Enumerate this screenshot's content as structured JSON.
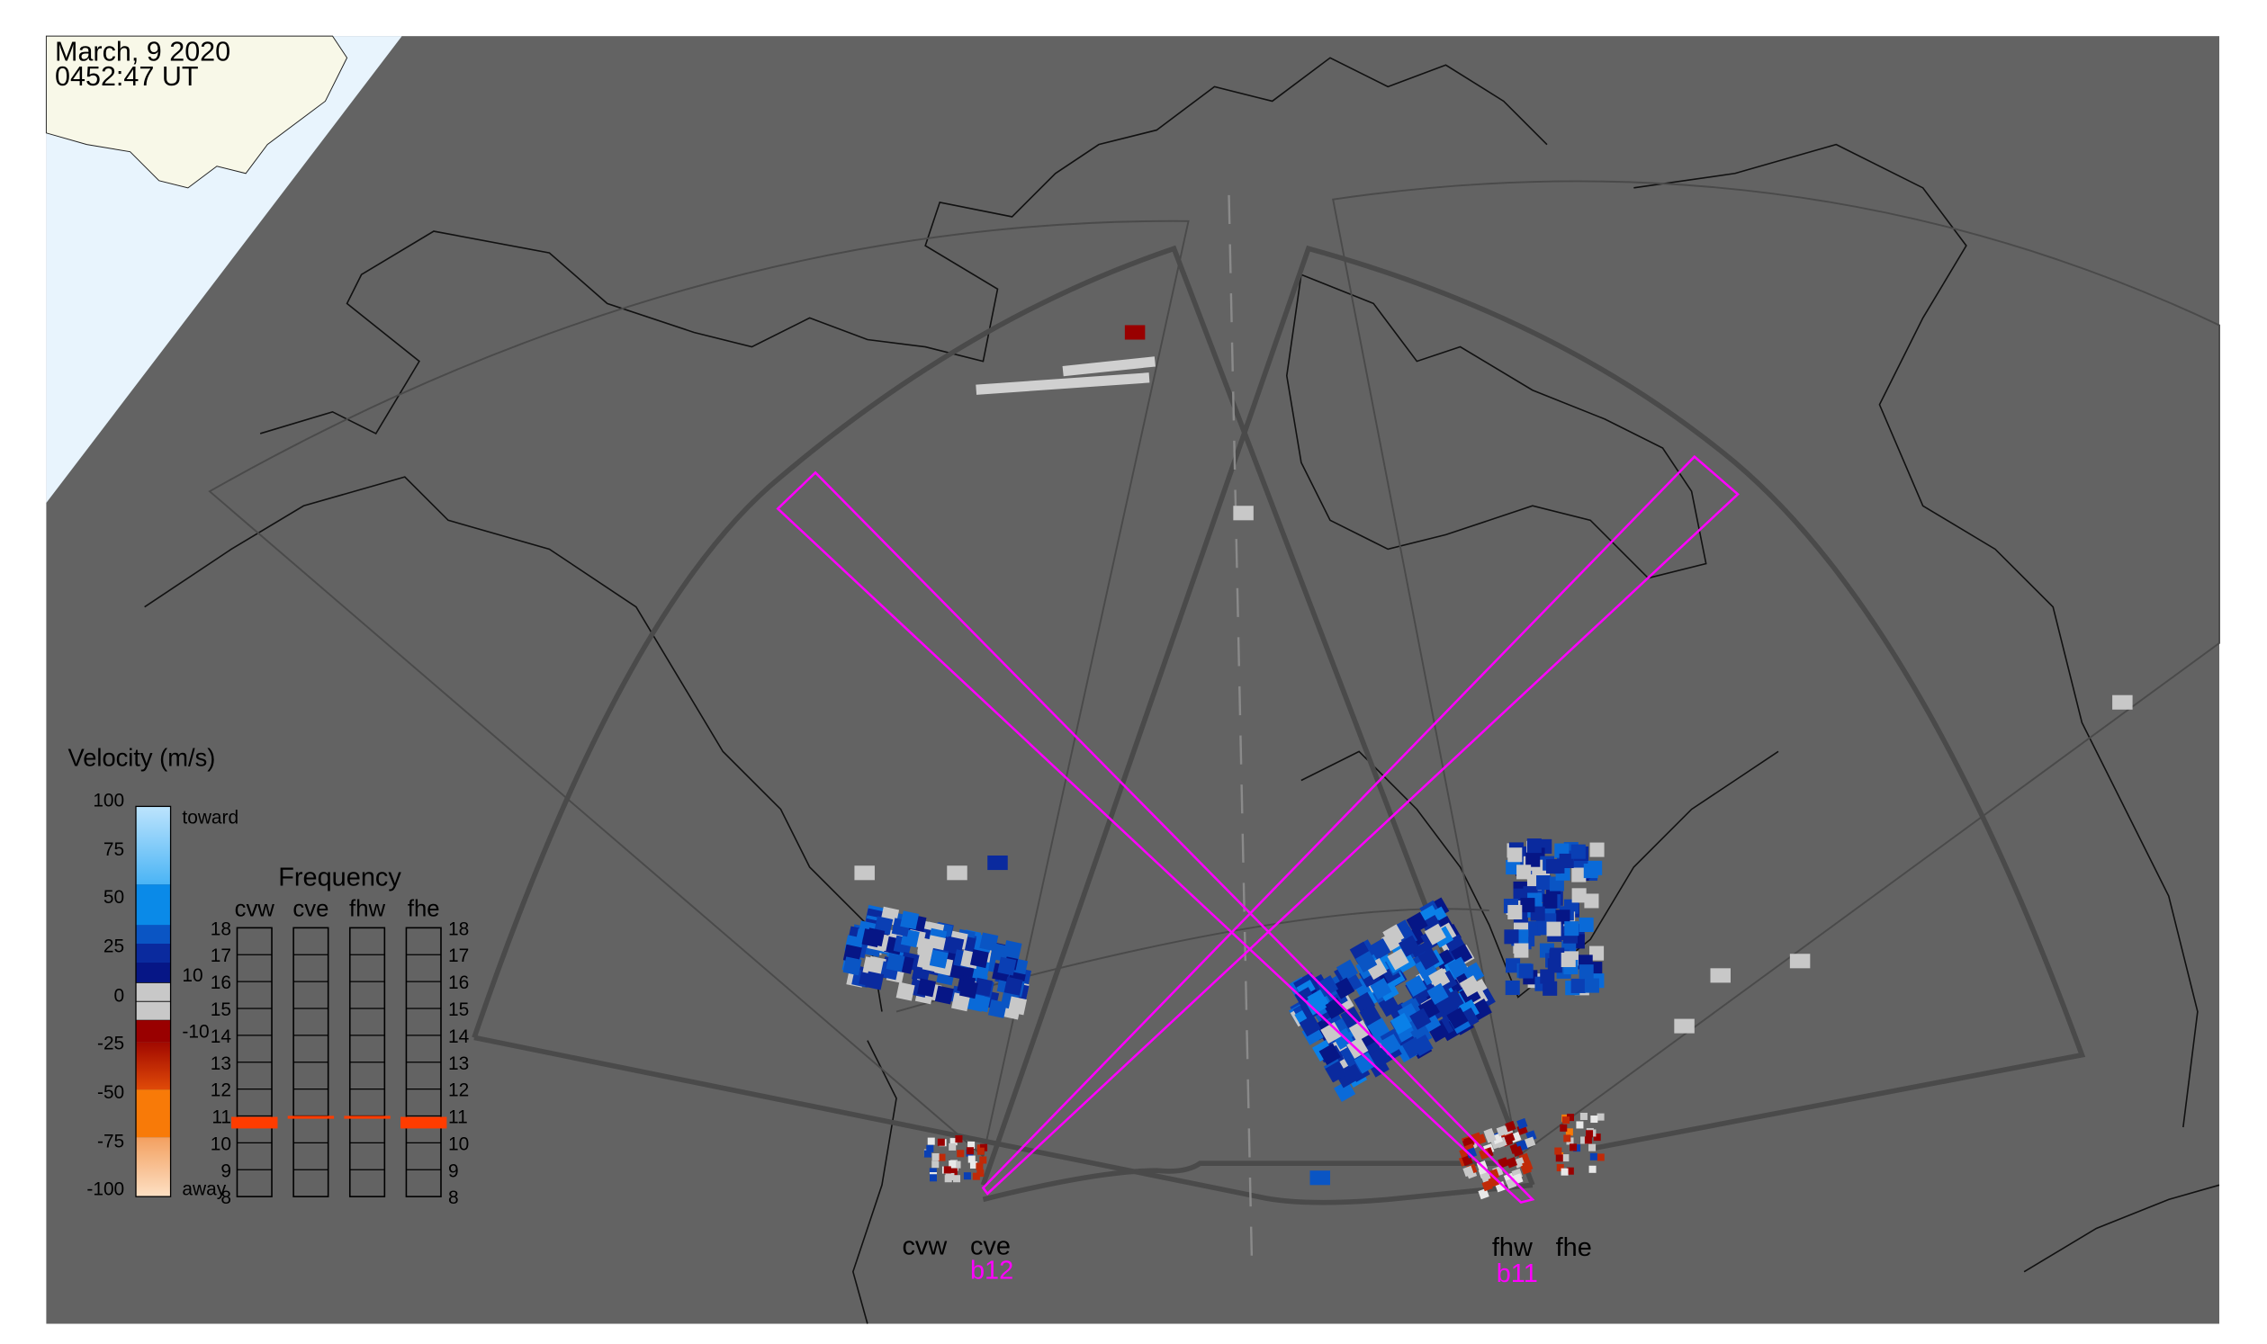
{
  "header": {
    "date": "March, 9 2020",
    "time": "0452:47 UT"
  },
  "velocity_legend": {
    "title": "Velocity (m/s)",
    "ticks": [
      "100",
      "75",
      "50",
      "25",
      "0",
      "-25",
      "-50",
      "-75",
      "-100"
    ],
    "toward_label": "toward",
    "away_label": "away",
    "inner_ticks": [
      "10",
      "-10"
    ],
    "colors": {
      "light_blue": "#8fd0fb",
      "blue": "#0a96f0",
      "mid_blue": "#0a55c4",
      "dark_blue": "#0a2a9e",
      "navy": "#061686",
      "gray": "#c8c8c8",
      "dark_red": "#990000",
      "red": "#c02a08",
      "orange": "#f87a08",
      "peach": "#fbd0a8"
    }
  },
  "frequency_legend": {
    "title": "Frequency",
    "columns": [
      "cvw",
      "cve",
      "fhw",
      "fhe"
    ],
    "ticks": [
      "18",
      "17",
      "16",
      "15",
      "14",
      "13",
      "12",
      "11",
      "10",
      "9",
      "8"
    ],
    "selected_mhz": {
      "cvw": 10.75,
      "cve": 10.95,
      "fhw": 10.95,
      "fhe": 10.75
    },
    "highlight_color": "#ff3c00"
  },
  "radars": {
    "cvw": "cvw",
    "cve": "cve",
    "fhw": "fhw",
    "fhe": "fhe",
    "beam_cve": "b12",
    "beam_fhw": "b11"
  },
  "colors": {
    "background": "#636363",
    "ocean": "#e8f4fd",
    "land": "#f8f8e8",
    "beam": "#ff00ff",
    "fov": "#4a4a4a"
  }
}
